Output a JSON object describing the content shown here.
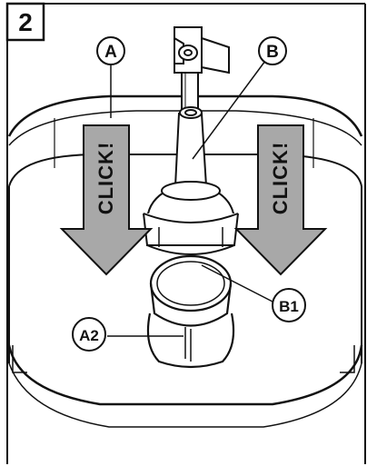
{
  "step": {
    "number": "2"
  },
  "callouts": {
    "a": "A",
    "b": "B",
    "b1": "B1",
    "a2": "A2"
  },
  "arrows": {
    "left_label": "CLICK!",
    "right_label": "CLICK!"
  },
  "colors": {
    "line": "#111111",
    "arrow_fill": "#a8a8a8",
    "background": "#ffffff"
  }
}
